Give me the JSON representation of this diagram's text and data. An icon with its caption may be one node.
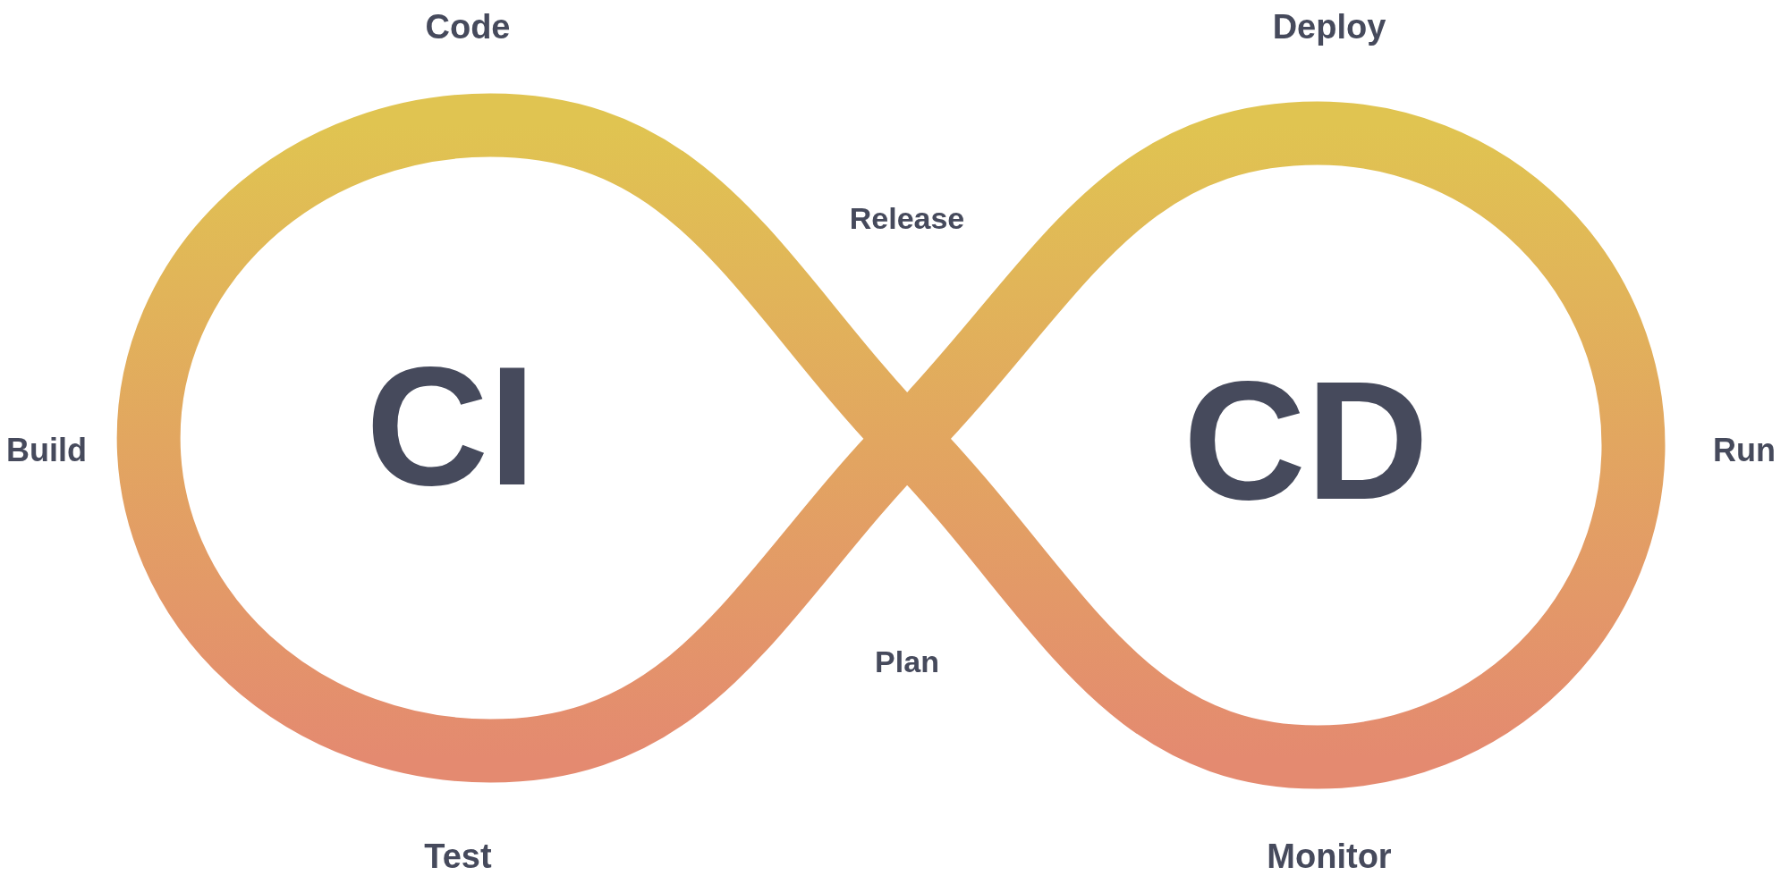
{
  "diagram": {
    "labels": [
      "Code",
      "Deploy",
      "Release",
      "Build",
      "CI",
      "CD",
      "Run",
      "Plan",
      "Test",
      "Monitor"
    ]
  }
}
